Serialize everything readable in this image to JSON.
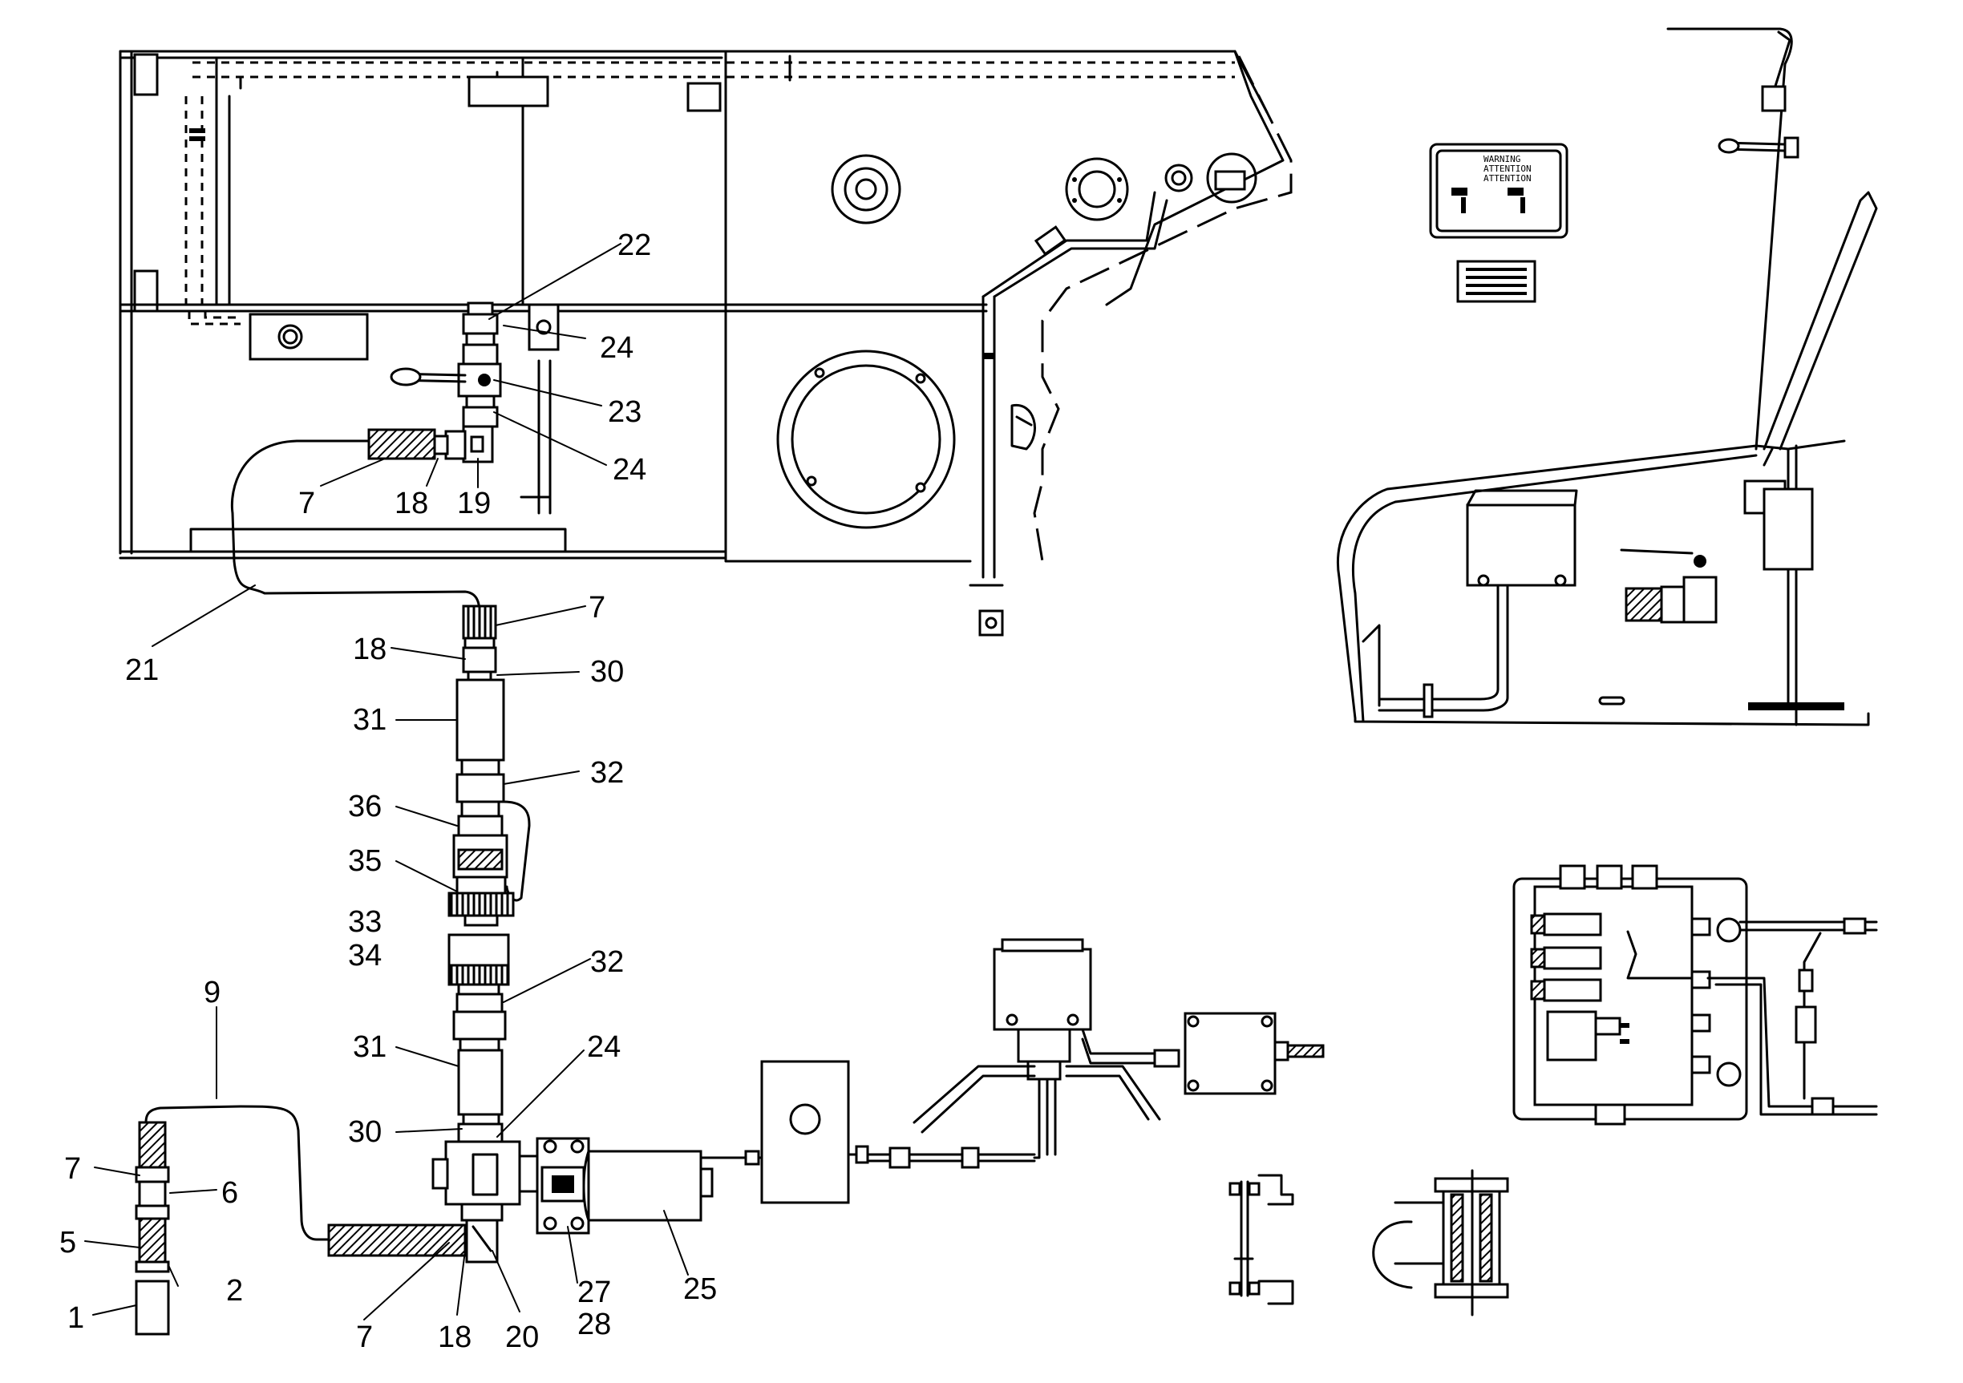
{
  "callouts": [
    {
      "id": "c22a",
      "text": "22"
    },
    {
      "id": "c24a",
      "text": "24"
    },
    {
      "id": "c23",
      "text": "23"
    },
    {
      "id": "c24b",
      "text": "24"
    },
    {
      "id": "c7a",
      "text": "7"
    },
    {
      "id": "c18a",
      "text": "18"
    },
    {
      "id": "c19",
      "text": "19"
    },
    {
      "id": "c21",
      "text": "21"
    },
    {
      "id": "c7b",
      "text": "7"
    },
    {
      "id": "c18b",
      "text": "18"
    },
    {
      "id": "c30a",
      "text": "30"
    },
    {
      "id": "c31a",
      "text": "31"
    },
    {
      "id": "c32a",
      "text": "32"
    },
    {
      "id": "c36",
      "text": "36"
    },
    {
      "id": "c35",
      "text": "35"
    },
    {
      "id": "c33",
      "text": "33"
    },
    {
      "id": "c34",
      "text": "34"
    },
    {
      "id": "c32b",
      "text": "32"
    },
    {
      "id": "c9",
      "text": "9"
    },
    {
      "id": "c31b",
      "text": "31"
    },
    {
      "id": "c24c",
      "text": "24"
    },
    {
      "id": "c30b",
      "text": "30"
    },
    {
      "id": "c7c",
      "text": "7"
    },
    {
      "id": "c6",
      "text": "6"
    },
    {
      "id": "c5",
      "text": "5"
    },
    {
      "id": "c2",
      "text": "2"
    },
    {
      "id": "c1",
      "text": "1"
    },
    {
      "id": "c7d",
      "text": "7"
    },
    {
      "id": "c18c",
      "text": "18"
    },
    {
      "id": "c20",
      "text": "20"
    },
    {
      "id": "c27",
      "text": "27"
    },
    {
      "id": "c28",
      "text": "28"
    },
    {
      "id": "c25",
      "text": "25"
    }
  ],
  "icons": {
    "hose": "braided-hose-icon",
    "valve": "ball-valve-icon",
    "heater": "heater-unit-icon",
    "pump": "electric-pump-icon",
    "control": "control-box-icon"
  },
  "colors": {
    "ink": "#000000",
    "paper": "#ffffff"
  }
}
